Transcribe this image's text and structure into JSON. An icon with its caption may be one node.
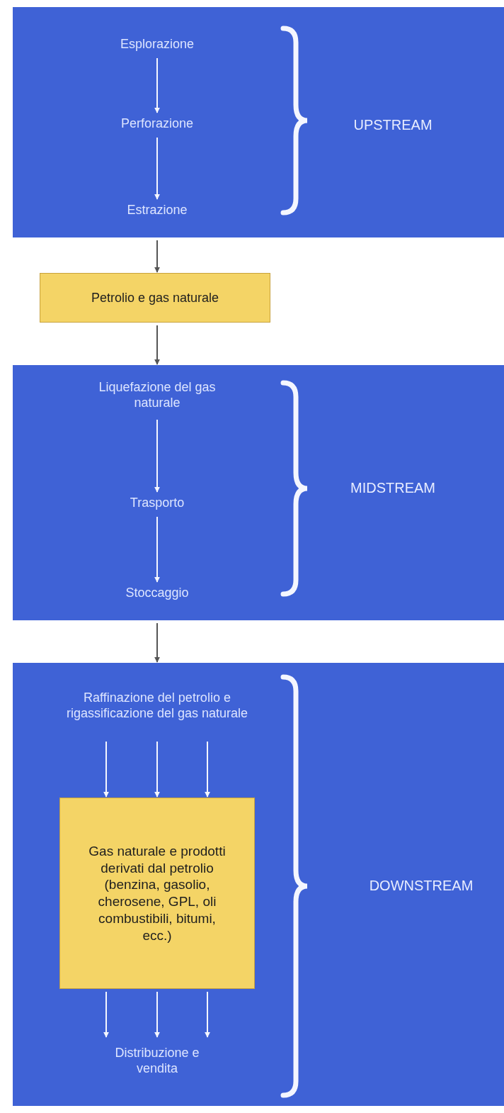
{
  "diagram": {
    "nodes": [
      {
        "text": [
          "UPSTREAM"
        ]
      },
      {
        "text": [
          "Esplorazione"
        ],
        "in": 0
      },
      {
        "text": [
          "Perforazione"
        ],
        "in": 0
      },
      {
        "text": [
          "Estrazione"
        ],
        "in": 0
      },
      {
        "text": [
          "Petrolio e gas naturale"
        ]
      },
      {
        "text": [
          "MIDSTREAM"
        ]
      },
      {
        "text": [
          "Liquefazione del gas naturale"
        ],
        "in": 5
      },
      {
        "text": [
          "Trasporto"
        ],
        "in": 5
      },
      {
        "text": [
          "Stoccaggio"
        ],
        "in": 5
      },
      {
        "text": [
          "DOWNSTREAM"
        ]
      },
      {
        "text": [
          "Raffinazione del petrolio e rigassificazione del gas naturale"
        ],
        "in": 9
      },
      {
        "text": [
          "Gas naturale e prodotti derivati dal petrolio (benzina, gasolio, cherosene, GPL, oli combustibili, bitumi, ecc.)"
        ],
        "in": 9
      },
      {
        "text": [
          "Distribuzione e vendita"
        ],
        "in": 9
      }
    ],
    "edges": [
      {
        "from": 1,
        "to": 2,
        "arrow": "to"
      },
      {
        "from": 2,
        "to": 3,
        "arrow": "to"
      },
      {
        "from": 0,
        "to": 4,
        "arrow": "to",
        "color": "#555555"
      },
      {
        "from": 4,
        "to": 5,
        "arrow": "to",
        "color": "#555555"
      },
      {
        "from": 6,
        "to": 7,
        "arrow": "to"
      },
      {
        "from": 7,
        "to": 8,
        "arrow": "to"
      },
      {
        "from": 5,
        "to": 9,
        "arrow": "to",
        "color": "#555555"
      },
      {
        "from": 10,
        "to": 11,
        "arrow": "to"
      },
      {
        "from": 10,
        "to": 11,
        "arrow": "to"
      },
      {
        "from": 10,
        "to": 11,
        "arrow": "to"
      },
      {
        "from": 11,
        "to": 12,
        "arrow": "to"
      },
      {
        "from": 11,
        "to": 12,
        "arrow": "to"
      },
      {
        "from": 11,
        "to": 12,
        "arrow": "to"
      }
    ]
  }
}
